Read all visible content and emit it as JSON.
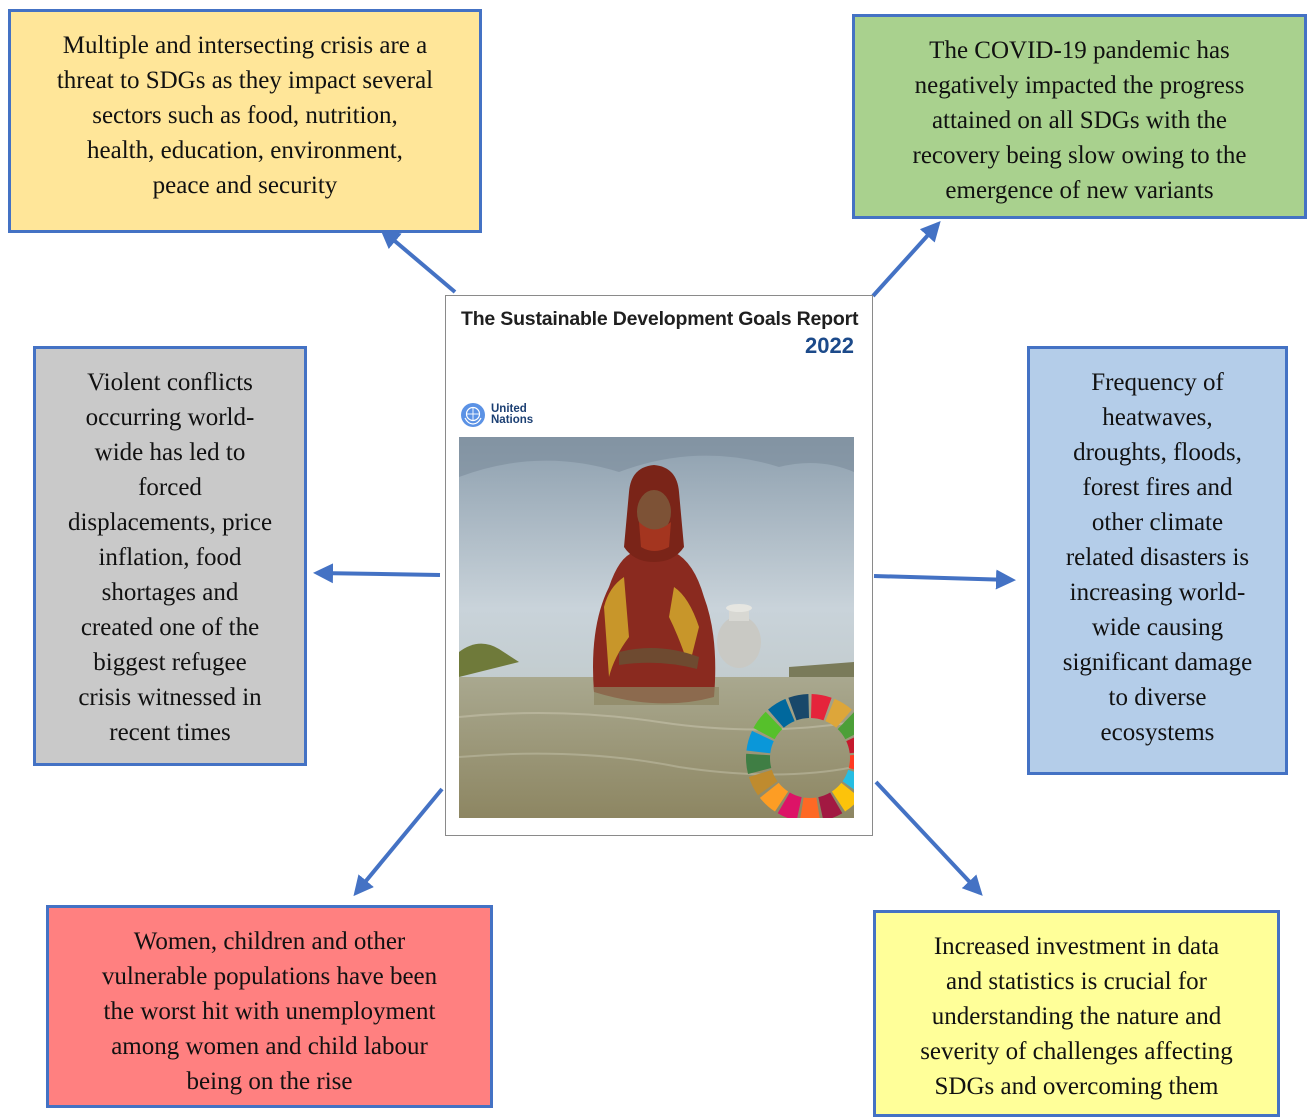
{
  "boxes": {
    "top_left": {
      "lines": [
        "Multiple and intersecting crisis are a",
        "threat to SDGs as they impact several",
        "sectors such as food, nutrition,",
        "health, education, environment,",
        "peace and security"
      ]
    },
    "top_right": {
      "lines": [
        "The COVID-19 pandemic has",
        "negatively impacted the progress",
        "attained on all SDGs with the",
        "recovery being slow owing to the",
        "emergence of new variants"
      ]
    },
    "middle_left": {
      "lines": [
        "Violent conflicts",
        "occurring world-",
        "wide has led to",
        "forced",
        "displacements, price",
        "inflation, food",
        "shortages and",
        "created one of the",
        "biggest refugee",
        "crisis witnessed in",
        "recent times"
      ]
    },
    "middle_right": {
      "lines": [
        "Frequency of",
        "heatwaves,",
        "droughts, floods,",
        "forest fires and",
        "other climate",
        "related disasters is",
        "increasing world-",
        "wide causing",
        "significant damage",
        "to diverse",
        "ecosystems"
      ]
    },
    "bottom_left": {
      "lines": [
        "Women, children and other",
        "vulnerable populations have been",
        "the worst hit with unemployment",
        "among women and child labour",
        "being on the rise"
      ]
    },
    "bottom_right": {
      "lines": [
        "Increased investment in data",
        "and statistics is crucial for",
        "understanding the nature and",
        "severity of challenges affecting",
        "SDGs and overcoming them"
      ]
    }
  },
  "cover": {
    "title": "The Sustainable Development Goals Report",
    "year": "2022",
    "org_line1": "United",
    "org_line2": "Nations"
  },
  "colors": {
    "arrow": "#4472c4",
    "border": "#4472c4",
    "top_left_fill": "#ffe699",
    "top_right_fill": "#a9d18e",
    "middle_left_fill": "#c9c9c9",
    "middle_right_fill": "#b4cde9",
    "bottom_left_fill": "#ff8080",
    "bottom_right_fill": "#ffff99"
  },
  "icons": {
    "un_emblem": "un-emblem-icon",
    "sdg_wheel": "sdg-wheel-icon"
  }
}
